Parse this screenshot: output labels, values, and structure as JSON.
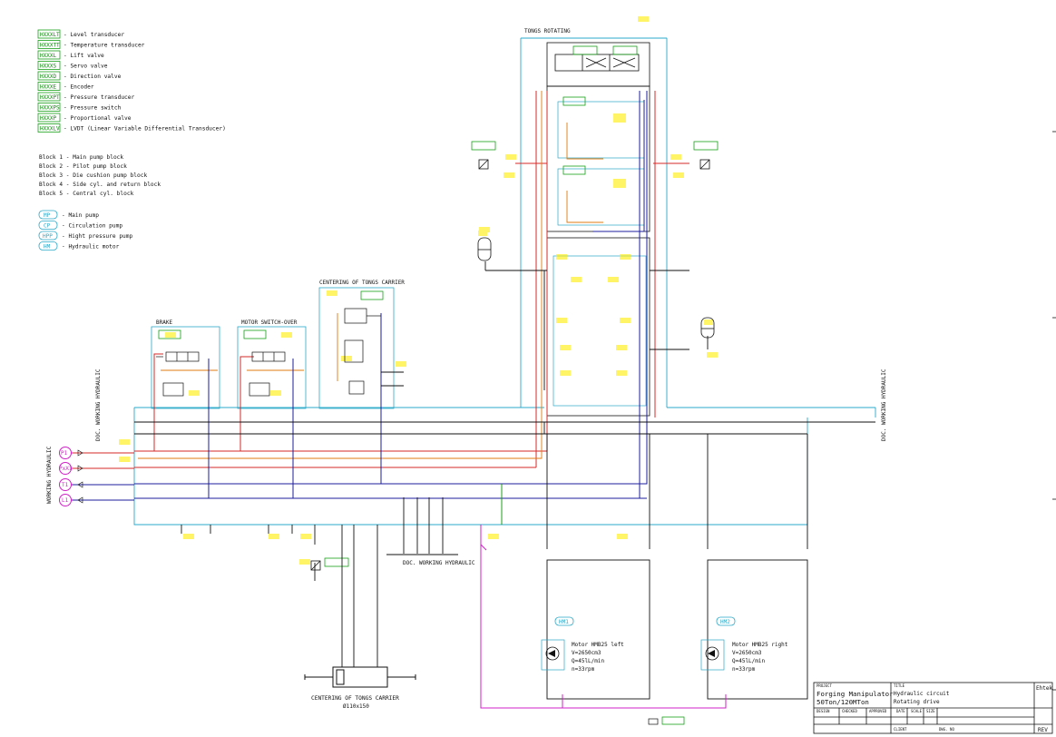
{
  "legend_codes": [
    {
      "code": "HXXXLT",
      "text": "- Level transducer"
    },
    {
      "code": "HXXXTT",
      "text": "- Temperature transducer"
    },
    {
      "code": "HXXXL",
      "text": "- Lift valve"
    },
    {
      "code": "HXXXS",
      "text": "- Servo valve"
    },
    {
      "code": "HXXXD",
      "text": "- Direction valve"
    },
    {
      "code": "HXXXE",
      "text": "- Encoder"
    },
    {
      "code": "HXXXPT",
      "text": "- Pressure transducer"
    },
    {
      "code": "HXXXPS",
      "text": "- Pressure switch"
    },
    {
      "code": "HXXXP",
      "text": "- Proportional valve"
    },
    {
      "code": "HXXXLV",
      "text": "- LVDT (Linear Variable Differential Transducer)"
    }
  ],
  "blocks": [
    "Block 1 - Main pump block",
    "Block 2 - Pilot pump block",
    "Block 3 - Die cushion pump block",
    "Block 4 - Side cyl. and return block",
    "Block 5 - Central cyl. block"
  ],
  "pumps": [
    {
      "code": "MP",
      "text": "- Main pump"
    },
    {
      "code": "CP",
      "text": "- Circulation pump"
    },
    {
      "code": "HPP",
      "text": "- Hight pressure pump"
    },
    {
      "code": "HM",
      "text": "- Hydraulic motor"
    }
  ],
  "sections": {
    "tongs_rotating": "TONGS ROTATING",
    "centering_tongs_carrier": "CENTERING OF TONGS CARRIER",
    "brake": "BRAKE",
    "motor_switch_over": "MOTOR SWITCH-OVER",
    "cyl_title": "CENTERING OF TONGS CARRIER",
    "cyl_size": "Ø110x150",
    "working_hydraulic": "WORKING HYDRAULIC",
    "side_left": "DOC. WORKING HYDRAULIC",
    "side_right": "DOC. WORKING HYDRAULIC",
    "bottom_ref": "DOC. WORKING HYDRAULIC"
  },
  "ports": [
    {
      "id": "P1",
      "color": "#d020c8"
    },
    {
      "id": "PxX1",
      "color": "#d020c8"
    },
    {
      "id": "T1",
      "color": "#d020c8"
    },
    {
      "id": "L1",
      "color": "#d020c8"
    }
  ],
  "motors": [
    {
      "id": "HM1",
      "lines": [
        "Motor HMB25 left",
        "V=2650cm3",
        "Q=45lL/min",
        "n=33rpm"
      ]
    },
    {
      "id": "HM2",
      "lines": [
        "Motor HMB25 right",
        "V=2650cm3",
        "Q=45lL/min",
        "n=33rpm"
      ]
    }
  ],
  "title_block": {
    "project_label": "PROJECT",
    "project_line1": "Forging Manipulator",
    "project_line2": "50Ton/120MTon",
    "title_label": "TITLE",
    "title_line1": "Hydraulic circuit",
    "title_line2": "Rotating drive",
    "sheet_label": "Ehtek",
    "rev_label": "REV",
    "client_label": "CLIENT",
    "dwg_label": "DWG. NO",
    "design_label": "DESIGN",
    "checked_label": "CHECKED",
    "approved_label": "APPROVED",
    "date_label": "DATE",
    "scale_label": "SCALE",
    "size_label": "SIZE"
  },
  "colors": {
    "cyan": "#2aa9c9",
    "blue": "#1c1c9c",
    "red": "#d52828",
    "orange": "#e07a10",
    "magenta": "#d020c8",
    "green": "#18a018",
    "yellow": "#d4c400",
    "black": "#111111"
  }
}
